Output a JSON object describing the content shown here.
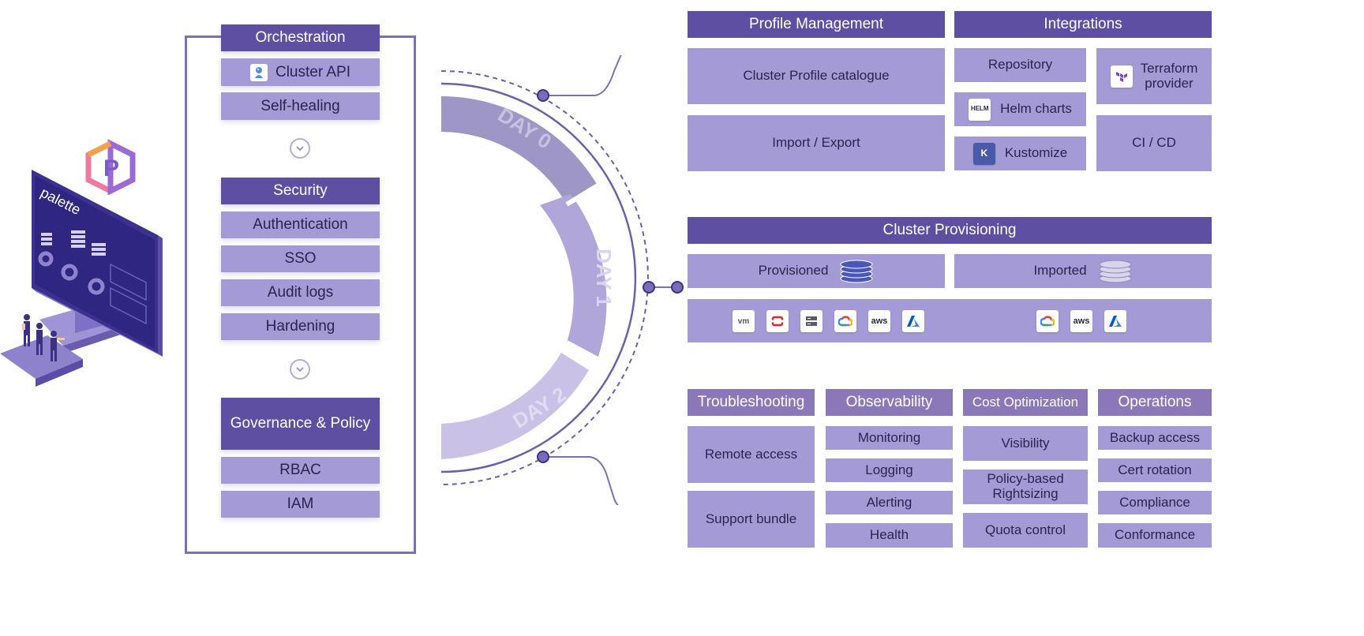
{
  "colors": {
    "header": "#5e4fa2",
    "header_muted": "#8a78b8",
    "cell": "#a49bd6",
    "frame": "#7c6fb4",
    "arc_day0": "#9e96c4",
    "arc_day1": "#b0a6da",
    "arc_day2": "#c9c1e6"
  },
  "monitor": {
    "brand": "palette"
  },
  "left_panel": {
    "orchestration": {
      "title": "Orchestration",
      "items": [
        "Cluster API",
        "Self-healing"
      ]
    },
    "security": {
      "title": "Security",
      "items": [
        "Authentication",
        "SSO",
        "Audit logs",
        "Hardening"
      ]
    },
    "governance": {
      "title": "Governance & Policy",
      "items": [
        "RBAC",
        "IAM"
      ]
    }
  },
  "arc": {
    "day0": "DAY 0",
    "day1": "DAY 1",
    "day2": "DAY 2"
  },
  "profile_management": {
    "title": "Profile Management",
    "items": [
      "Cluster Profile catalogue",
      "Import / Export"
    ]
  },
  "integrations": {
    "title": "Integrations",
    "repository": "Repository",
    "helm": "Helm charts",
    "helm_logo": "HELM",
    "kustomize": "Kustomize",
    "kustomize_logo": "K",
    "terraform": "Terraform\nprovider",
    "cicd": "CI / CD"
  },
  "cluster_provisioning": {
    "title": "Cluster Provisioning",
    "provisioned": "Provisioned",
    "imported": "Imported",
    "provisioned_logos": [
      "vm",
      "openshift-icon",
      "server-icon",
      "gcp-icon",
      "aws",
      "azure-icon"
    ],
    "imported_logos": [
      "gcp-icon",
      "aws",
      "azure-icon"
    ],
    "vm_label": "vm",
    "aws_label": "aws"
  },
  "day2": {
    "troubleshooting": {
      "title": "Troubleshooting",
      "items": [
        "Remote access",
        "Support bundle"
      ]
    },
    "observability": {
      "title": "Observability",
      "items": [
        "Monitoring",
        "Logging",
        "Alerting",
        "Health"
      ]
    },
    "cost": {
      "title": "Cost Optimization",
      "items": [
        "Visibility",
        "Policy-based\nRightsizing",
        "Quota control"
      ]
    },
    "operations": {
      "title": "Operations",
      "items": [
        "Backup access",
        "Cert rotation",
        "Compliance",
        "Conformance"
      ]
    }
  }
}
